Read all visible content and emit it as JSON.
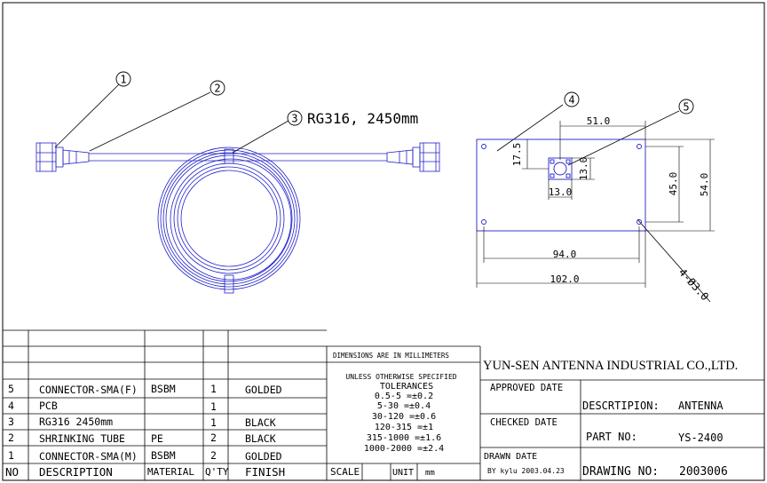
{
  "callouts": [
    {
      "num": "1",
      "label": ""
    },
    {
      "num": "2",
      "label": ""
    },
    {
      "num": "3",
      "label": "RG316, 2450mm"
    },
    {
      "num": "4",
      "label": ""
    },
    {
      "num": "5",
      "label": ""
    }
  ],
  "dimensions": {
    "d51": "51.0",
    "d175": "17.5",
    "d13a": "13.0",
    "d13b": "13.0",
    "d45": "45.0",
    "d54": "54.0",
    "d94": "94.0",
    "d102": "102.0",
    "holes": "4-Ø3.0"
  },
  "bom": {
    "headers": {
      "no": "NO",
      "desc": "DESCRIPTION",
      "mat": "MATERIAL",
      "qty": "Q'TY",
      "fin": "FINISH"
    },
    "rows": [
      {
        "no": "5",
        "desc": "CONNECTOR-SMA(F)",
        "mat": "BSBM",
        "qty": "1",
        "fin": "GOLDED"
      },
      {
        "no": "4",
        "desc": "PCB",
        "mat": "",
        "qty": "1",
        "fin": ""
      },
      {
        "no": "3",
        "desc": "RG316 2450mm",
        "mat": "",
        "qty": "1",
        "fin": "BLACK"
      },
      {
        "no": "2",
        "desc": "SHRINKING TUBE",
        "mat": "PE",
        "qty": "2",
        "fin": "BLACK"
      },
      {
        "no": "1",
        "desc": "CONNECTOR-SMA(M)",
        "mat": "BSBM",
        "qty": "2",
        "fin": "GOLDED"
      }
    ]
  },
  "tolerances": {
    "dims_note": "DIMENSIONS ARE IN MILLIMETERS",
    "unless": "UNLESS OTHERWISE SPECIFIED",
    "title": "TOLERANCES",
    "lines": [
      "0.5-5  =±0.2",
      "5-30  =±0.4",
      "30-120  =±0.6",
      "120-315  =±1",
      "315-1000  =±1.6",
      "1000-2000  =±2.4"
    ]
  },
  "footer": {
    "scale": "SCALE",
    "unit": "UNIT",
    "mm": "mm"
  },
  "title_block": {
    "company": "YUN-SEN ANTENNA INDUSTRIAL CO.,LTD.",
    "approved": "APPROVED DATE",
    "description_label": "DESCRTIPION:",
    "description_value": "ANTENNA",
    "checked": "CHECKED  DATE",
    "part_label": "PART  NO:",
    "part_value": "YS-2400",
    "drawn": "DRAWN   DATE",
    "by": "BY kylu 2003.04.23",
    "drawing_label": "DRAWING  NO:",
    "drawing_value": "2003006"
  },
  "colors": {
    "line": "#000000",
    "drawing": "#2020c8"
  }
}
